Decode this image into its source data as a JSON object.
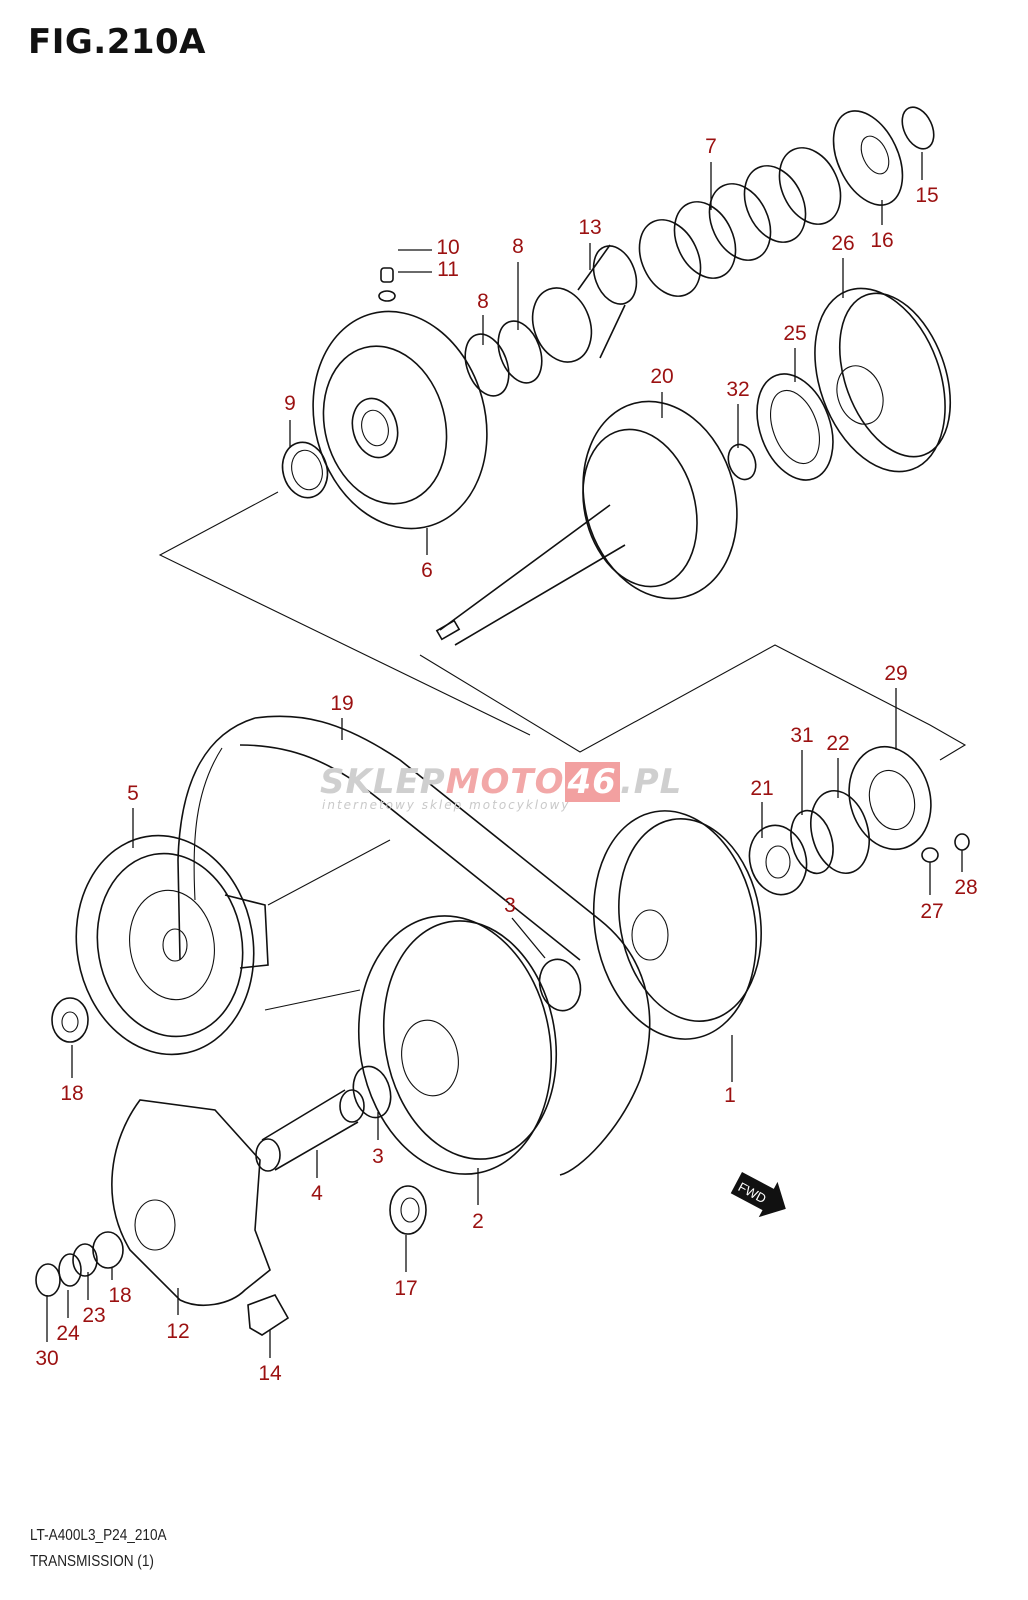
{
  "figure": {
    "title": "FIG.210A",
    "code": "LT-A400L3_P24_210A",
    "caption": "TRANSMISSION (1)"
  },
  "watermark": {
    "part1": "SKLEP",
    "part2": "MOTO",
    "part3": "46",
    "part4": ".PL",
    "tagline": "internetowy sklep motocyklowy",
    "colors": {
      "gray": "#cfcfcf",
      "red": "#f2a0a0"
    }
  },
  "direction_badge": {
    "label": "FWD"
  },
  "label_color": "#9b1111",
  "callouts": [
    "1",
    "2",
    "3",
    "3",
    "4",
    "5",
    "6",
    "7",
    "8",
    "8",
    "9",
    "10",
    "11",
    "12",
    "13",
    "14",
    "15",
    "16",
    "17",
    "18",
    "18",
    "19",
    "20",
    "21",
    "22",
    "23",
    "24",
    "25",
    "26",
    "27",
    "28",
    "29",
    "30",
    "31",
    "32"
  ]
}
